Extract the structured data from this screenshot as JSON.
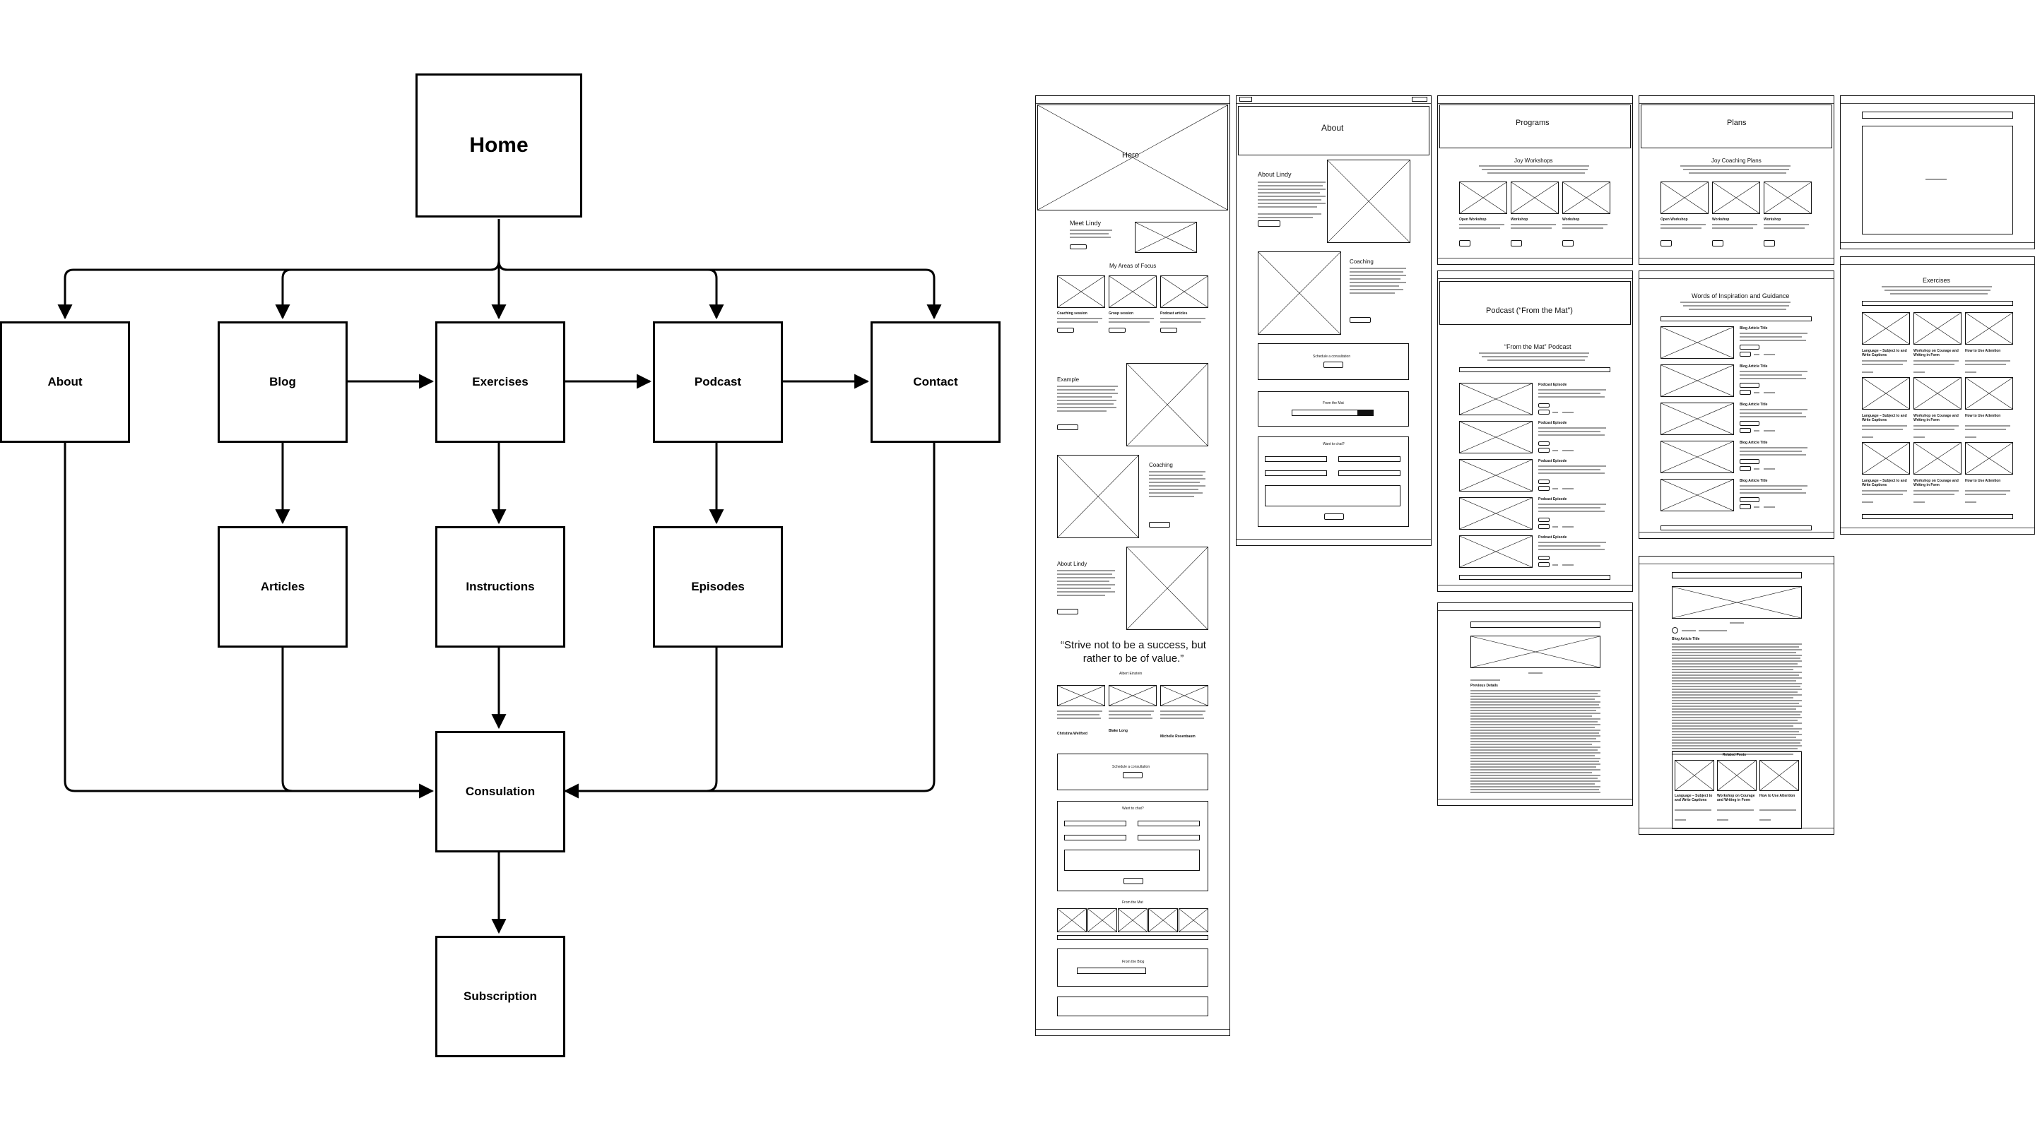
{
  "sitemap": {
    "nodes": {
      "home": "Home",
      "about": "About",
      "blog": "Blog",
      "exercises": "Exercises",
      "podcast": "Podcast",
      "contact": "Contact",
      "articles": "Articles",
      "instructions": "Instructions",
      "episodes": "Episodes",
      "consulation": "Consulation",
      "subscription": "Subscription"
    },
    "edges": [
      [
        "home",
        "about"
      ],
      [
        "home",
        "blog"
      ],
      [
        "home",
        "exercises"
      ],
      [
        "home",
        "podcast"
      ],
      [
        "home",
        "contact"
      ],
      [
        "blog",
        "exercises"
      ],
      [
        "exercises",
        "podcast"
      ],
      [
        "podcast",
        "contact"
      ],
      [
        "blog",
        "articles"
      ],
      [
        "exercises",
        "instructions"
      ],
      [
        "podcast",
        "episodes"
      ],
      [
        "instructions",
        "consulation"
      ],
      [
        "about",
        "consulation"
      ],
      [
        "articles",
        "consulation"
      ],
      [
        "episodes",
        "consulation"
      ],
      [
        "contact",
        "consulation"
      ],
      [
        "consulation",
        "subscription"
      ]
    ]
  },
  "wireframes": {
    "home": {
      "hero": "Hero",
      "meet": "Meet Lindy",
      "focus": "My Areas of Focus",
      "focus_items": [
        "Coaching session",
        "Group session",
        "Podcast articles"
      ],
      "example": "Example",
      "coaching": "Coaching",
      "about": "About Lindy",
      "quote": "“Strive not to be a success, but rather to be of value.”",
      "quote_author": "Albert Einstein",
      "testimonials": [
        "Christina Wellford",
        "Blake Long",
        "Michelle Rosenbaum"
      ],
      "schedule": "Schedule a consultation",
      "want_to_chat": "Want to chat?",
      "from_mat": "From the Mat",
      "from_blog": "From the Blog"
    },
    "about": {
      "title": "About",
      "about_lindy": "About Lindy",
      "coaching": "Coaching",
      "schedule": "Schedule a consultation",
      "from_mat": "From the Mat",
      "want_to_chat": "Want to chat?"
    },
    "programs": {
      "title": "Programs",
      "subtitle": "Joy Workshops",
      "items": [
        "Open Workshop",
        "Workshop",
        "Workshop"
      ]
    },
    "plans": {
      "title": "Plans",
      "subtitle": "Joy Coaching Plans",
      "items": [
        "Open Workshop",
        "Workshop",
        "Workshop"
      ]
    },
    "podcast": {
      "title": "Podcast (“From the Mat”)",
      "subtitle": "“From the Mat” Podcast",
      "episode": "Podcast Episode"
    },
    "blog": {
      "title": "Words of Inspiration and Guidance",
      "post": "Blog Article Title"
    },
    "exercises": {
      "title": "Exercises",
      "items": [
        "Language – Subject to and Write Captions",
        "Workshop on Courage and Writing in Form",
        "How to Use Attention"
      ]
    },
    "article": {
      "section": "Previous Details",
      "related": "Blog Article Title",
      "related_header": "Related Posts"
    }
  }
}
